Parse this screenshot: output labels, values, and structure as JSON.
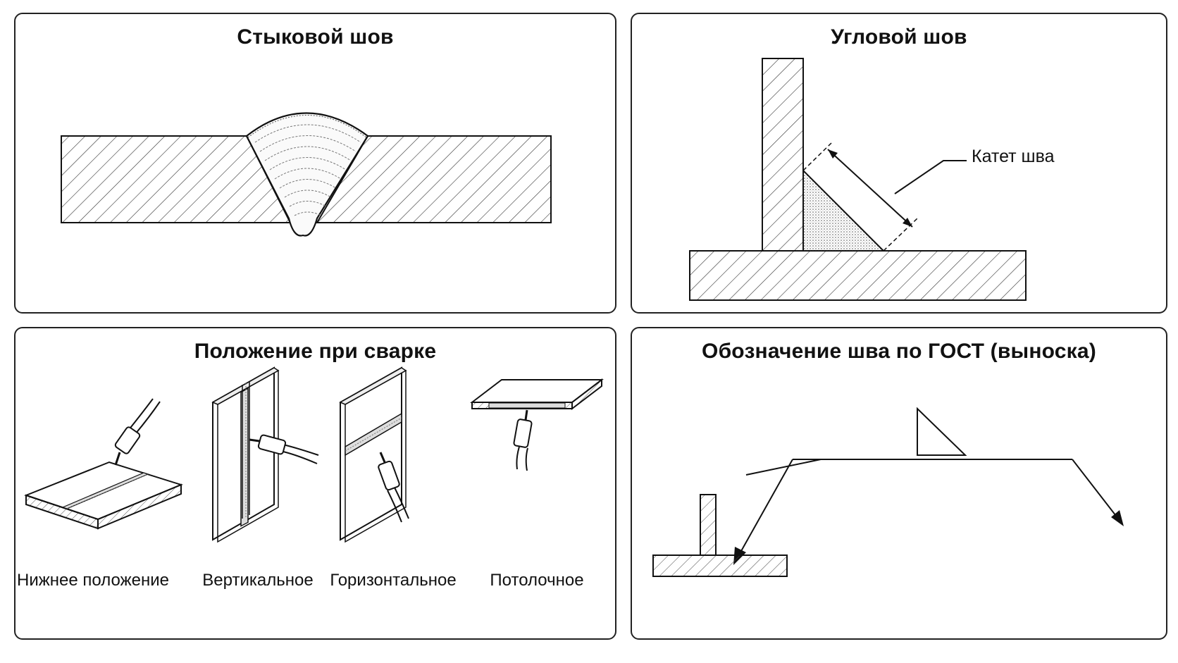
{
  "panels": {
    "butt": {
      "title": "Стыковой шов"
    },
    "fillet": {
      "title": "Угловой шов",
      "leg_label": "Катет шва"
    },
    "positions": {
      "title": "Положение при сварке",
      "captions": [
        "Нижнее положение",
        "Вертикальное",
        "Горизонтальное",
        "Потолочное"
      ]
    },
    "gost": {
      "title": "Обозначение шва по ГОСТ (выноска)"
    }
  }
}
